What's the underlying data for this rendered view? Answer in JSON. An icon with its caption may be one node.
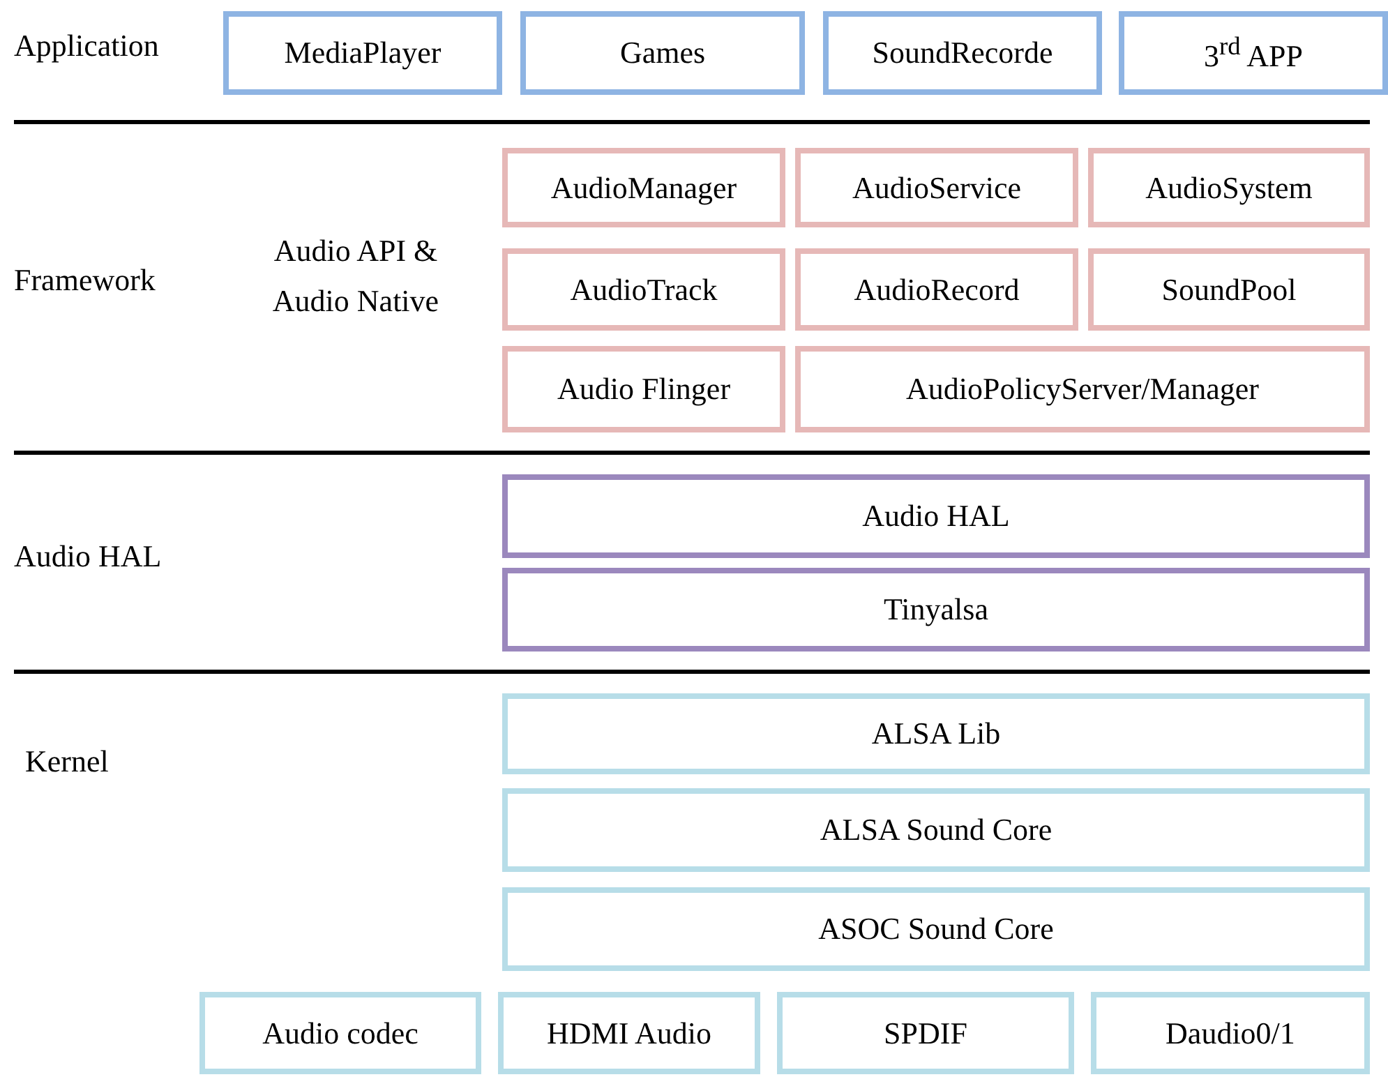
{
  "diagram": {
    "nodes": [
      {
        "text": [
          "MediaPlayer"
        ]
      },
      {
        "text": [
          "Games"
        ]
      },
      {
        "text": [
          "SoundRecorde"
        ]
      },
      {
        "text": [
          "3$^{rd}$ APP"
        ]
      },
      {
        "text": [
          "AudioManager"
        ]
      },
      {
        "text": [
          "AudioService"
        ]
      },
      {
        "text": [
          "AudioSystem"
        ]
      },
      {
        "text": [
          "AudioTrack"
        ]
      },
      {
        "text": [
          "AudioRecord"
        ]
      },
      {
        "text": [
          "SoundPool"
        ]
      },
      {
        "text": [
          "Audio Flinger"
        ]
      },
      {
        "text": [
          "AudioPolicyServer/Manager"
        ]
      },
      {
        "text": [
          "Audio HAL"
        ]
      },
      {
        "text": [
          "Tinyalsa"
        ]
      },
      {
        "text": [
          "ALSA Lib"
        ]
      },
      {
        "text": [
          "ALSA Sound Core"
        ]
      },
      {
        "text": [
          "ASOC Sound Core"
        ]
      },
      {
        "text": [
          "Audio codec"
        ]
      },
      {
        "text": [
          "HDMI Audio"
        ]
      },
      {
        "text": [
          "SPDIF"
        ]
      },
      {
        "text": [
          "Daudio0/1"
        ]
      }
    ],
    "labels": [
      "Application",
      "Framework",
      "Audio API & Audio Native",
      "Audio HAL",
      "Kernel"
    ]
  }
}
